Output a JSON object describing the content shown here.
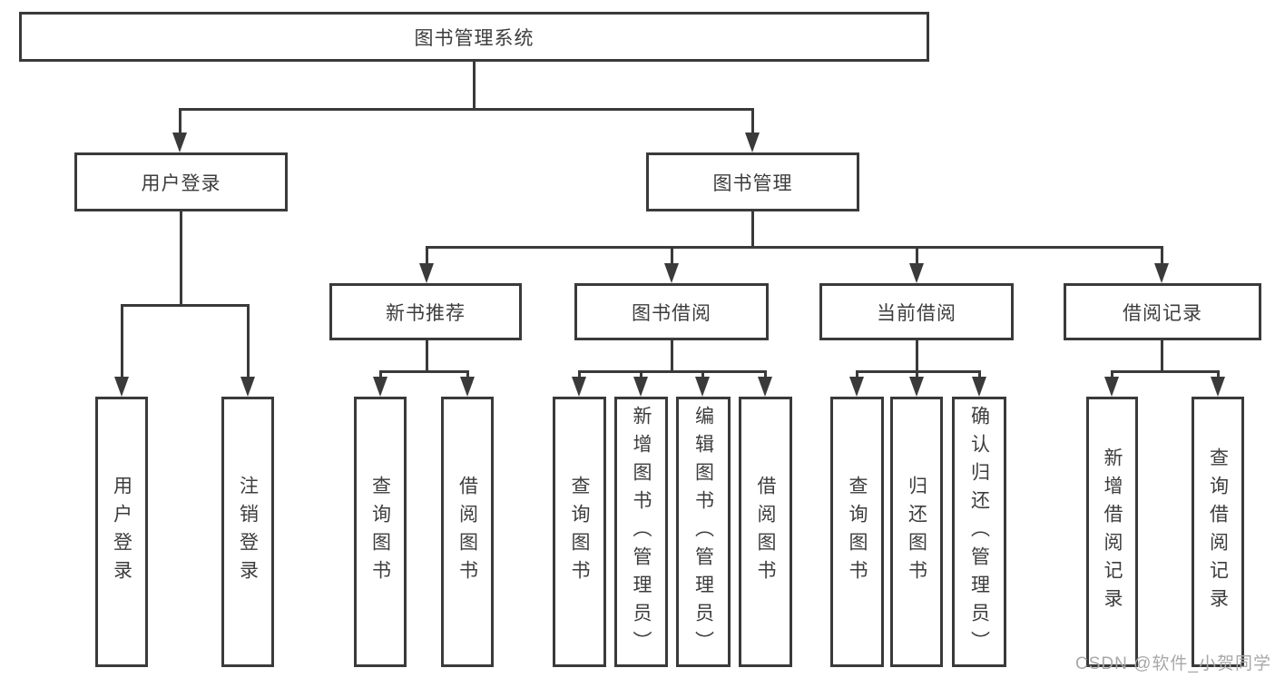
{
  "diagram": {
    "type": "tree",
    "title_node": "图书管理系统",
    "nodes": {
      "user_login": "用户登录",
      "book_management": "图书管理",
      "new_book_recommend": "新书推荐",
      "book_borrowing": "图书借阅",
      "current_borrowing": "当前借阅",
      "borrowing_records": "借阅记录",
      "leaf_user_login": "用户登录",
      "leaf_logout": "注销登录",
      "leaf_nb_query_books": "查询图书",
      "leaf_nb_borrow_books": "借阅图书",
      "leaf_bb_query_books": "查询图书",
      "leaf_bb_add_books": "新增图书（管理员）",
      "leaf_bb_edit_books": "编辑图书（管理员）",
      "leaf_bb_borrow_books": "借阅图书",
      "leaf_cb_query_books": "查询图书",
      "leaf_cb_return_books": "归还图书",
      "leaf_cb_confirm_return": "确认归还（管理员）",
      "leaf_br_add_record": "新增借阅记录",
      "leaf_br_query_record": "查询借阅记录"
    },
    "hierarchy": {
      "图书管理系统": {
        "用户登录": [
          "用户登录",
          "注销登录"
        ],
        "图书管理": {
          "新书推荐": [
            "查询图书",
            "借阅图书"
          ],
          "图书借阅": [
            "查询图书",
            "新增图书（管理员）",
            "编辑图书（管理员）",
            "借阅图书"
          ],
          "当前借阅": [
            "查询图书",
            "归还图书",
            "确认归还（管理员）"
          ],
          "借阅记录": [
            "新增借阅记录",
            "查询借阅记录"
          ]
        }
      }
    },
    "watermark": "CSDN @软件_小贺同学"
  },
  "colors": {
    "line": "#3a3a3a",
    "text": "#3d3d3d",
    "background": "#ffffff",
    "watermark": "#a8a8a8"
  }
}
